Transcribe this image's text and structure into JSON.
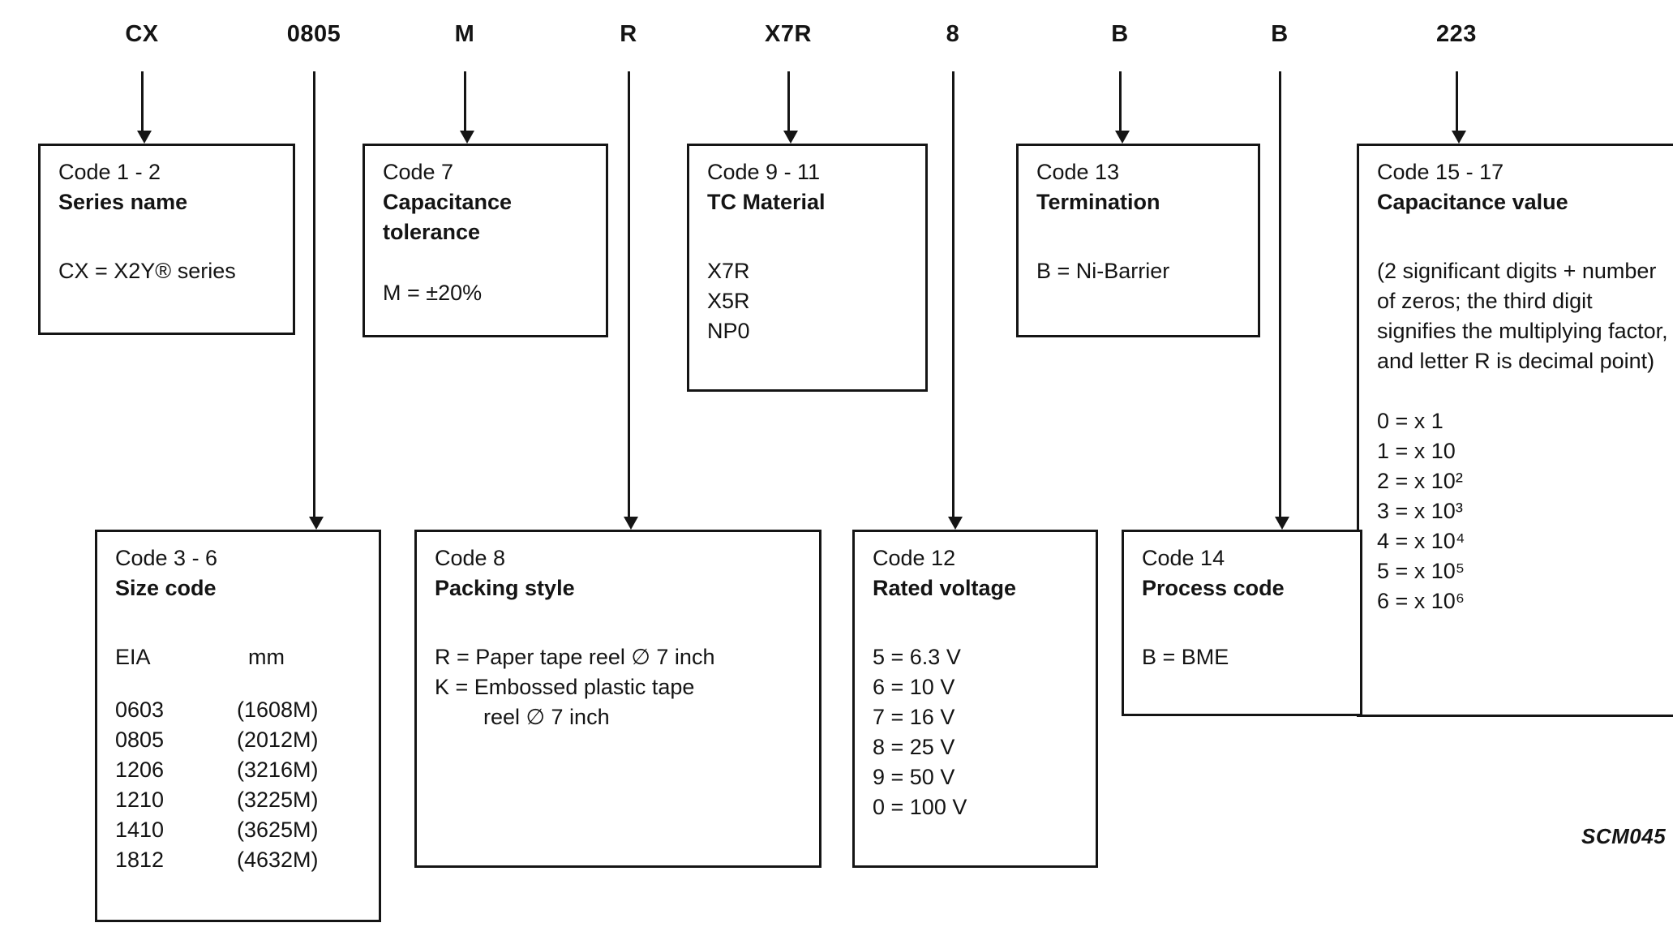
{
  "segments": [
    "CX",
    "0805",
    "M",
    "R",
    "X7R",
    "8",
    "B",
    "B",
    "223"
  ],
  "boxes": [
    {
      "code_label": "Code 1 - 2",
      "title": "Series name",
      "lines": [
        "CX = X2Y® series"
      ]
    },
    {
      "code_label": "Code 7",
      "title": "Capacitance tolerance",
      "lines": [
        "M = ±20%"
      ]
    },
    {
      "code_label": "Code 9 - 11",
      "title": "TC Material",
      "lines": [
        "X7R",
        "X5R",
        "NP0"
      ]
    },
    {
      "code_label": "Code 13",
      "title": "Termination",
      "lines": [
        "B = Ni-Barrier"
      ]
    },
    {
      "code_label": "Code 15 - 17",
      "title": "Capacitance value",
      "note": "(2 significant digits + number of zeros; the third digit signifies the multiplying factor, and letter R is decimal point)",
      "lines": [
        "0 = x 1",
        "1 = x 10",
        "2 = x 10²",
        "3 = x 10³",
        "4 = x 10⁴",
        "5 = x 10⁵",
        "6 = x 10⁶"
      ]
    },
    {
      "code_label": "Code 3 - 6",
      "title": "Size code",
      "col_headers": [
        "EIA",
        "mm"
      ],
      "rows": [
        [
          "0603",
          "(1608M)"
        ],
        [
          "0805",
          "(2012M)"
        ],
        [
          "1206",
          "(3216M)"
        ],
        [
          "1210",
          "(3225M)"
        ],
        [
          "1410",
          "(3625M)"
        ],
        [
          "1812",
          "(4632M)"
        ]
      ]
    },
    {
      "code_label": "Code 8",
      "title": "Packing style",
      "lines": [
        "R = Paper tape reel ∅ 7 inch",
        "K = Embossed plastic tape",
        "reel ∅ 7 inch"
      ]
    },
    {
      "code_label": "Code 12",
      "title": "Rated voltage",
      "lines": [
        "5 = 6.3 V",
        "6 = 10 V",
        "7 = 16 V",
        "8 = 25 V",
        "9 = 50 V",
        "0 = 100 V"
      ]
    },
    {
      "code_label": "Code 14",
      "title": "Process code",
      "lines": [
        "B = BME"
      ]
    }
  ],
  "footer": {
    "figure_id": "SCM045"
  }
}
